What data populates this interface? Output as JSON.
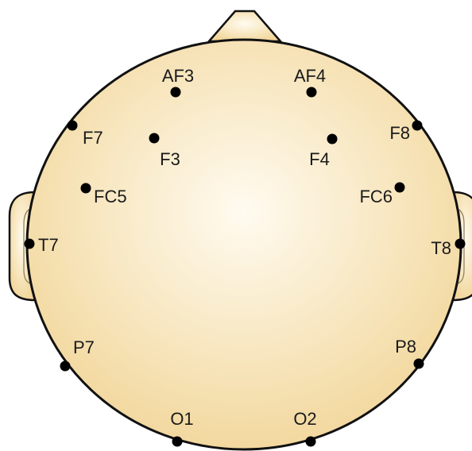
{
  "colors": {
    "head_center": "#fffbf0",
    "head_edge": "#f2d79c",
    "outline": "#111111",
    "electrode": "#000000"
  },
  "electrodes": [
    {
      "label": "AF3"
    },
    {
      "label": "AF4"
    },
    {
      "label": "F7"
    },
    {
      "label": "F8"
    },
    {
      "label": "F3"
    },
    {
      "label": "F4"
    },
    {
      "label": "FC5"
    },
    {
      "label": "FC6"
    },
    {
      "label": "T7"
    },
    {
      "label": "T8"
    },
    {
      "label": "P7"
    },
    {
      "label": "P8"
    },
    {
      "label": "O1"
    },
    {
      "label": "O2"
    }
  ]
}
